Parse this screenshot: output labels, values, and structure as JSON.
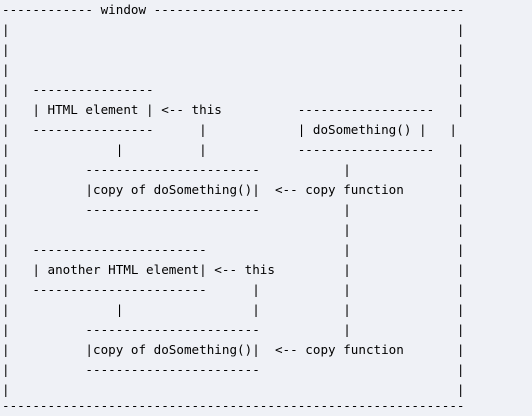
{
  "diagram": {
    "text_color": "#000000",
    "background_color": "#eff1f6",
    "lines": [
      "------------ window -----------------------------------------",
      "|                                                           |",
      "|                                                           |",
      "|                                                           |",
      "|   ----------------                                        |",
      "|   | HTML element | <-- this          ------------------   |",
      "|   ----------------      |            | doSomething() |   |",
      "|              |          |            ------------------   |",
      "|          -----------------------           |              |",
      "|          |copy of doSomething()|  <-- copy function       |",
      "|          -----------------------           |              |",
      "|                                            |              |",
      "|   -----------------------                  |              |",
      "|   | another HTML element| <-- this         |              |",
      "|   -----------------------      |           |              |",
      "|              |                 |           |              |",
      "|          -----------------------           |              |",
      "|          |copy of doSomething()|  <-- copy function       |",
      "|          -----------------------                          |",
      "|                                                           |",
      "-------------------------------------------------------------"
    ]
  }
}
